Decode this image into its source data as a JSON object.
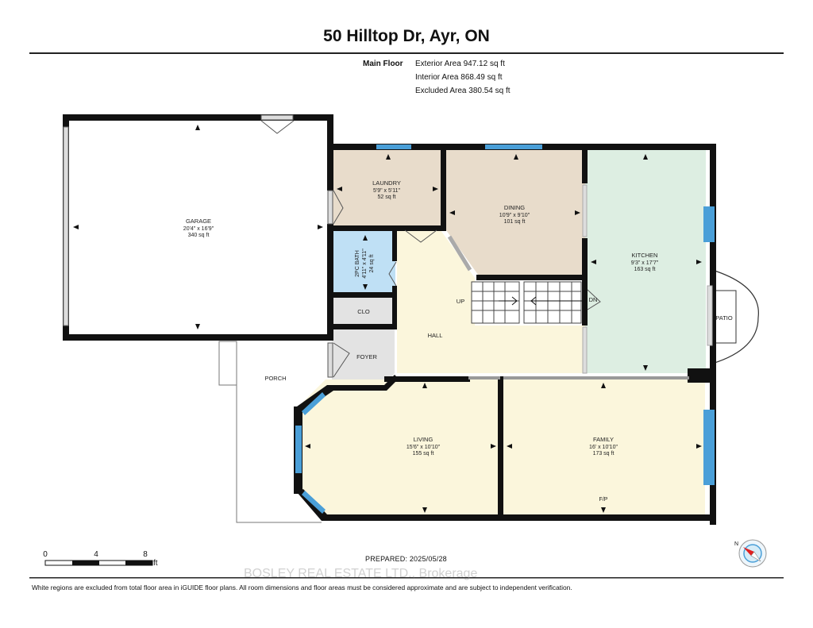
{
  "header": {
    "title": "50 Hilltop Dr, Ayr, ON"
  },
  "areas": {
    "floor_name": "Main Floor",
    "exterior": "Exterior Area 947.12 sq ft",
    "interior": "Interior Area 868.49 sq ft",
    "excluded": "Excluded Area 380.54 sq ft"
  },
  "rooms": {
    "garage": {
      "name": "GARAGE",
      "dims": "20'4\" x 16'9\"",
      "area": "340 sq ft"
    },
    "laundry": {
      "name": "LAUNDRY",
      "dims": "5'9\" x 5'11\"",
      "area": "52 sq ft"
    },
    "dining": {
      "name": "DINING",
      "dims": "10'9\" x 9'10\"",
      "area": "101 sq ft"
    },
    "kitchen": {
      "name": "KITCHEN",
      "dims": "9'3\" x 17'7\"",
      "area": "163 sq ft"
    },
    "bath": {
      "name": "2PC BATH",
      "dims": "4'11\" x 4'11\"",
      "area": "24 sq ft"
    },
    "clo": {
      "name": "CLO"
    },
    "foyer": {
      "name": "FOYER"
    },
    "hall": {
      "name": "HALL"
    },
    "porch": {
      "name": "PORCH"
    },
    "living": {
      "name": "LIVING",
      "dims": "15'6\" x 10'10\"",
      "area": "155 sq ft"
    },
    "family": {
      "name": "FAMILY",
      "dims": "16' x 10'10\"",
      "area": "173 sq ft"
    },
    "patio": {
      "name": "PATIO"
    }
  },
  "labels": {
    "up": "UP",
    "dn": "DN",
    "fp": "F/P"
  },
  "scale": {
    "t0": "0",
    "t4": "4",
    "t8": "8",
    "unit": "ft"
  },
  "prepared": "PREPARED: 2025/05/28",
  "watermark": "BOSLEY REAL ESTATE LTD., Brokerage",
  "footer": "White regions are excluded from total floor area in iGUIDE floor plans. All room dimensions and floor areas must be considered approximate and are subject to independent verification.",
  "compass": {
    "letter": "N"
  },
  "colors": {
    "wall": "#111111",
    "window": "#4a9fd8",
    "laundry_dining": "#e8dccb",
    "kitchen": "#ddeee2",
    "bath": "#bfe0f5",
    "hall_living_family": "#fbf6dc",
    "clo_foyer": "#e3e3e3",
    "compass_red": "#e02020"
  }
}
